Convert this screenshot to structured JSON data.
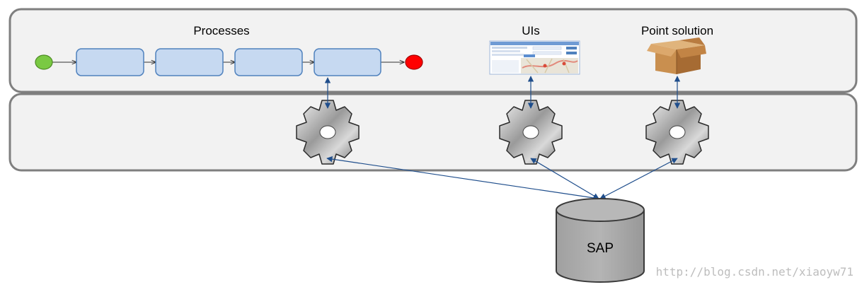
{
  "labels": {
    "processes": "Processes",
    "uis": "UIs",
    "point_solution": "Point solution",
    "database": "SAP"
  },
  "watermark": "http://blog.csdn.net/xiaoyw71",
  "colors": {
    "panel_fill": "#f2f2f2",
    "panel_border": "#7f7f7f",
    "process_box_fill": "#c6d9f1",
    "process_box_border": "#4f81bd",
    "start_event": "#7ac943",
    "end_event": "#ff0000",
    "connector": "#1f4e8c",
    "database_fill": "#a6a6a6"
  }
}
